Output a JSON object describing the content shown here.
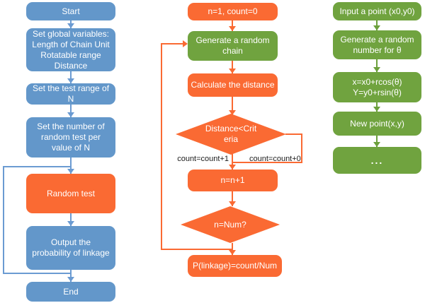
{
  "colors": {
    "blue_box": "#6397CA",
    "orange_box": "#FA6A33",
    "green_box": "#70A33F",
    "branch_label_text": "#1b1b1b"
  },
  "left_flow": {
    "start": "Start",
    "set_globals": "Set global variables:\nLength of Chain Unit\nRotatable range\nDistance",
    "test_range": "Set the test range of N",
    "num_tests": "Set the number of\nrandom test per\nvalue of N",
    "random_test": "Random test",
    "output": "Output the\nprobability of linkage",
    "end": "End"
  },
  "middle_flow": {
    "init": "n=1, count=0",
    "generate_chain": "Generate a random\nchain",
    "calc_distance": "Calculate the distance",
    "criteria_check": "Distance<Crit\neria",
    "count_inc": "count=count+1",
    "count_same": "count=count+0",
    "increment": "n=n+1",
    "num_check": "n=Num?",
    "result": "P(linkage)=count/Num"
  },
  "right_flow": {
    "input_point": "Input a point (x0,y0)",
    "random_theta": "Generate a random\nnumber for θ",
    "coords": "x=x0+rcos(θ)\nY=y0+rsin(θ)",
    "new_point": "New point(x,y)",
    "ellipsis": "..."
  }
}
